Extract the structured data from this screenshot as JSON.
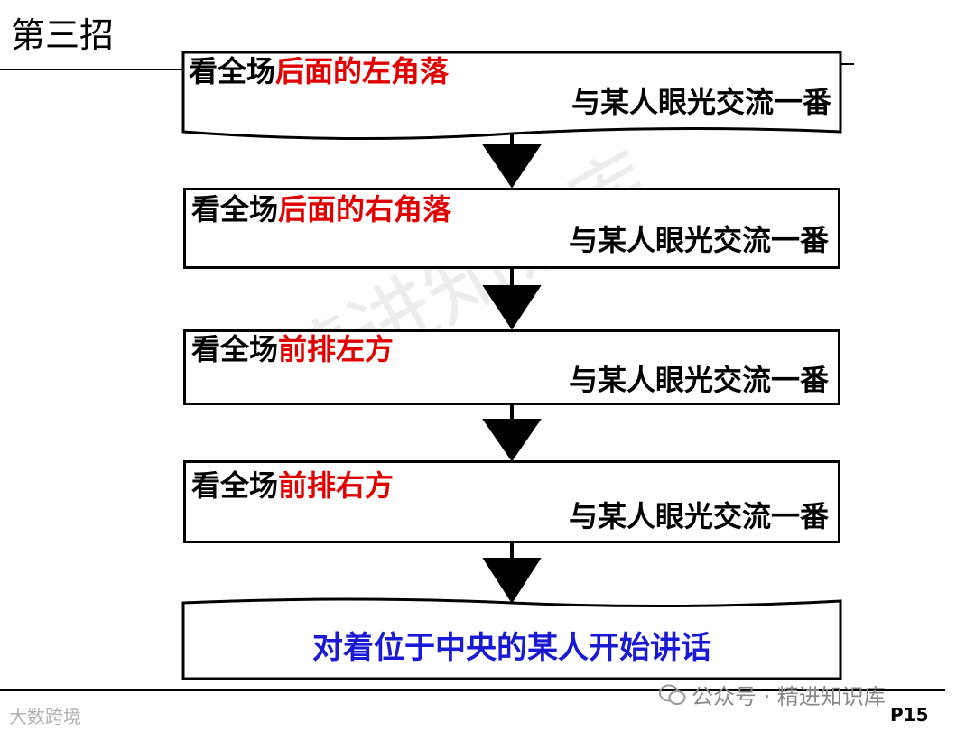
{
  "title": "第三招",
  "steps": [
    {
      "prefix": "看全场",
      "highlight": "后面的左角落",
      "line2": "与某人眼光交流一番"
    },
    {
      "prefix": "看全场",
      "highlight": "后面的右角落",
      "line2": "与某人眼光交流一番"
    },
    {
      "prefix": "看全场",
      "highlight": "前排左方",
      "line2": "与某人眼光交流一番"
    },
    {
      "prefix": "看全场",
      "highlight": "前排右方",
      "line2": "与某人眼光交流一番"
    }
  ],
  "final_step": "对着位于中央的某人开始讲话",
  "watermark": "精进知识库",
  "footer": {
    "left_logo": "大数跨境",
    "wechat": "公众号 · 精进知识库",
    "page": "P15"
  },
  "colors": {
    "highlight": "#e00000",
    "final_text": "#1a1ad4",
    "border": "#000000"
  }
}
